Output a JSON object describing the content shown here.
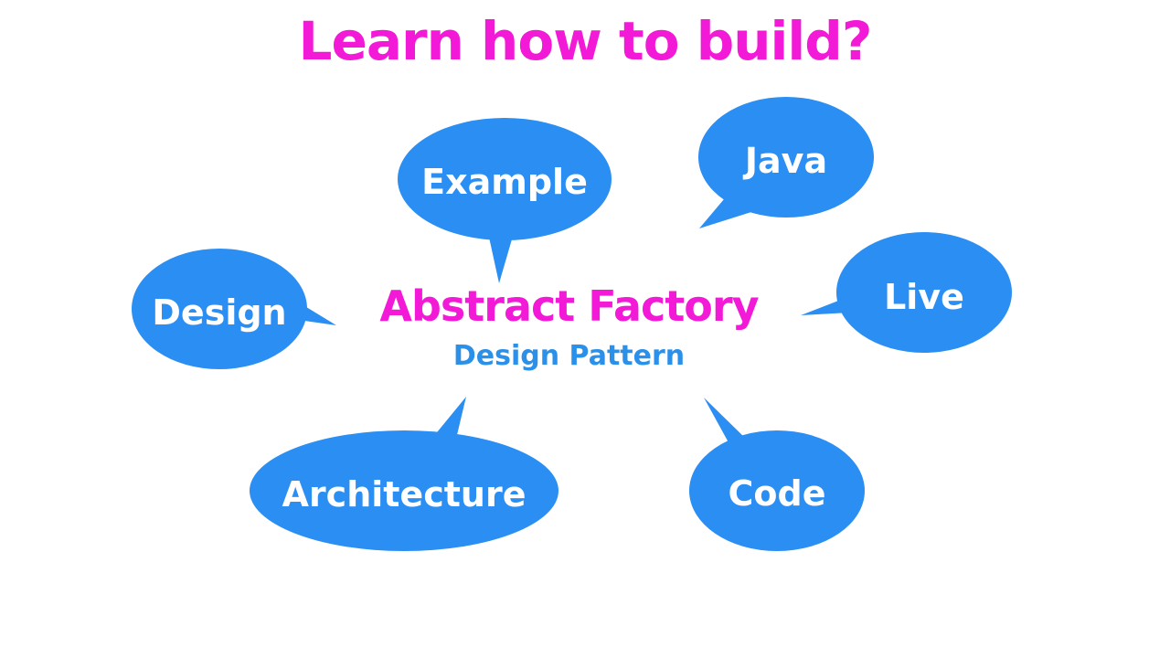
{
  "title": "Learn how to build?",
  "center": {
    "title": "Abstract Factory",
    "subtitle": "Design Pattern"
  },
  "bubbles": {
    "example": "Example",
    "java": "Java",
    "design": "Design",
    "live": "Live",
    "architecture": "Architecture",
    "code": "Code"
  },
  "colors": {
    "title": "#f21ad6",
    "center_title": "#f21ad6",
    "subtitle": "#2b90ea",
    "bubble": "#2b8ef2",
    "bubble_text": "#ffffff",
    "background": "#ffffff"
  }
}
